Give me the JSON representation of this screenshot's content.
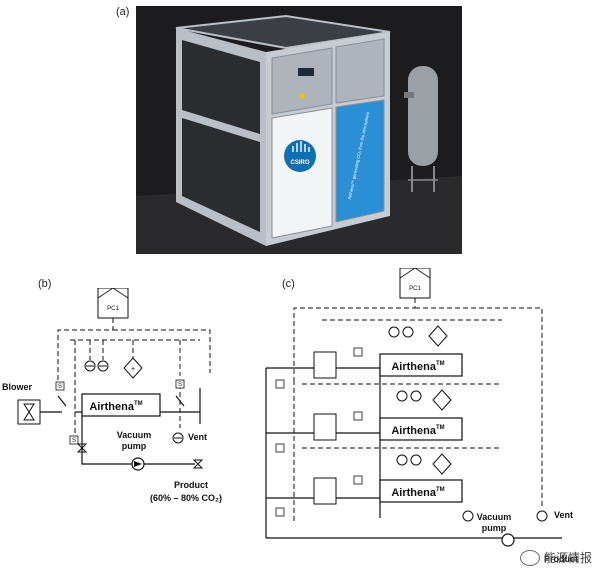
{
  "panels": {
    "a": "(a)",
    "b": "(b)",
    "c": "(c)"
  },
  "photo": {
    "brand_logo_text": "CSIRO",
    "door_text": "Airthena™ generating CO₂ from the atmosphere"
  },
  "diagram_b": {
    "controller": "PC1",
    "unit_label": "Airthena",
    "unit_sup": "TM",
    "blower_label": "Blower",
    "vacuum_pump_label_1": "Vacuum",
    "vacuum_pump_label_2": "pump",
    "vent_label": "Vent",
    "product_label": "Product",
    "product_range": "(60% – 80% CO₂)"
  },
  "diagram_c": {
    "controller": "PC1",
    "unit_label": "Airthena",
    "unit_sup": "TM",
    "vacuum_pump_label_1": "Vacuum",
    "vacuum_pump_label_2": "pump",
    "vent_label": "Vent",
    "product_label": "Product"
  },
  "watermark": "能源情报",
  "colors": {
    "cabinet_frame": "#b9bfc6",
    "cabinet_top": "#3b3f45",
    "panel_dark": "#2a2c30",
    "blue_door": "#2b8fd6",
    "background": "#1c1c1e"
  }
}
